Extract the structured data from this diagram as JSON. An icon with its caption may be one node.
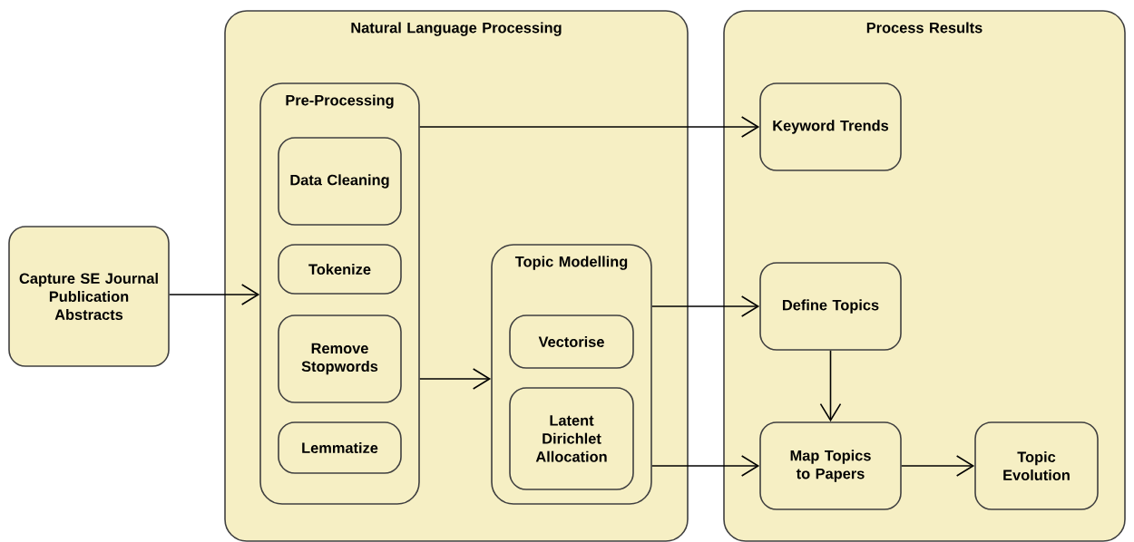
{
  "diagram": {
    "nodes": [
      {
        "text": [
          "Capture SE Journal Publication Abstracts"
        ]
      },
      {
        "text": [
          "Natural Language Processing"
        ]
      },
      {
        "text": [
          "Pre-Processing"
        ],
        "in": 1
      },
      {
        "text": [
          "Data Cleaning"
        ],
        "in": 2
      },
      {
        "text": [
          "Tokenize"
        ],
        "in": 2
      },
      {
        "text": [
          "Remove Stopwords"
        ],
        "in": 2
      },
      {
        "text": [
          "Lemmatize"
        ],
        "in": 2
      },
      {
        "text": [
          "Topic Modelling"
        ],
        "in": 1
      },
      {
        "text": [
          "Vectorise"
        ],
        "in": 7
      },
      {
        "text": [
          "Latent Dirichlet Allocation"
        ],
        "in": 7
      },
      {
        "text": [
          "Process Results"
        ]
      },
      {
        "text": [
          "Keyword Trends"
        ],
        "in": 10
      },
      {
        "text": [
          "Define Topics"
        ],
        "in": 10
      },
      {
        "text": [
          "Map Topics to Papers"
        ],
        "in": 10
      },
      {
        "text": [
          "Topic Evolution"
        ],
        "in": 10
      }
    ],
    "edges": [
      {
        "from": 0,
        "to": 2,
        "arrow": "to"
      },
      {
        "from": 2,
        "to": 11,
        "arrow": "to"
      },
      {
        "from": 2,
        "to": 7,
        "arrow": "to"
      },
      {
        "from": 7,
        "to": 12,
        "arrow": "to"
      },
      {
        "from": 12,
        "to": 13,
        "arrow": "to"
      },
      {
        "from": 7,
        "to": 13,
        "arrow": "to"
      },
      {
        "from": 13,
        "to": 14,
        "arrow": "to"
      }
    ]
  }
}
